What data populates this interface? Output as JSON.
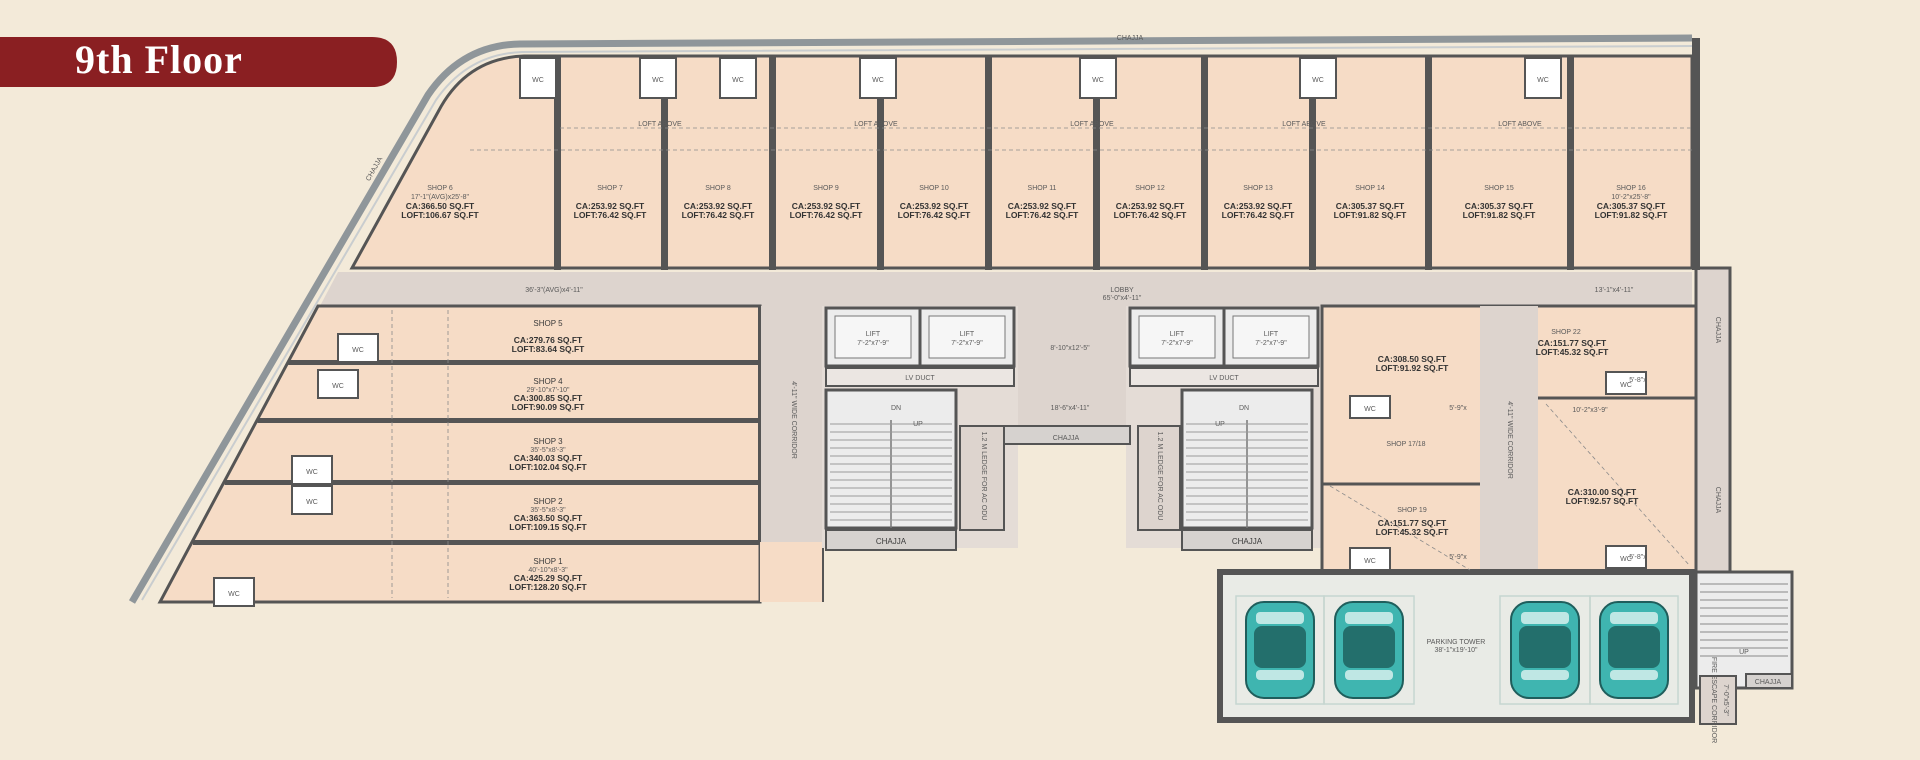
{
  "title": "9th Floor",
  "colors": {
    "background": "#f3ead9",
    "banner": "#8a1f22",
    "shop_fill": "#f6dcc6",
    "corridor_fill": "#ddd4ce",
    "wall": "#555555",
    "car": "#3fb5b0",
    "parking_bg": "#e9ebe6"
  },
  "labels": {
    "chajja": "CHAJJA",
    "lobby": "LOBBY",
    "lobby_dim": "65'-0\"x4'-11\"",
    "corridor_left_dim": "36'-3\"(AVG)x4'-11\"",
    "corridor_right_dim": "13'-1\"x4'-11\"",
    "wide_corridor": "4'-11\" WIDE CORRIDOR",
    "lift": "LIFT",
    "lift_dim": "7'-2\"x7'-9\"",
    "lv_duct": "LV DUCT",
    "duct_dim": "8'-10\"x12'-5\"",
    "lobby2_dim": "18'-6\"x4'-11\"",
    "ledge": "1.2 M LEDGE FOR AC ODU",
    "dn": "DN",
    "up": "UP",
    "loft_above": "LOFT ABOVE",
    "wc": "WC",
    "parking": "PARKING TOWER",
    "parking_dim": "38'-1\"x19'-10\"",
    "fire_escape": "FIRE ESCAPE CORRIDOR",
    "fire_escape_dim": "7'-0\"x5'-3\"",
    "shop22_dim": "10'-2\"x3'-9\"",
    "dim_58": "5'-8\"x",
    "dim_59": "5'-9\"x"
  },
  "shops": [
    {
      "name": "SHOP 6",
      "size": "17'-1\"(AVG)x25'-8\"",
      "ca": "CA:366.50 SQ.FT",
      "loft": "LOFT:106.67 SQ.FT"
    },
    {
      "name": "SHOP 7",
      "size": "",
      "ca": "CA:253.92 SQ.FT",
      "loft": "LOFT:76.42 SQ.FT"
    },
    {
      "name": "SHOP 8",
      "size": "",
      "ca": "CA:253.92 SQ.FT",
      "loft": "LOFT:76.42 SQ.FT"
    },
    {
      "name": "SHOP 9",
      "size": "",
      "ca": "CA:253.92 SQ.FT",
      "loft": "LOFT:76.42 SQ.FT"
    },
    {
      "name": "SHOP 10",
      "size": "",
      "ca": "CA:253.92 SQ.FT",
      "loft": "LOFT:76.42 SQ.FT"
    },
    {
      "name": "SHOP 11",
      "size": "",
      "ca": "CA:253.92 SQ.FT",
      "loft": "LOFT:76.42 SQ.FT"
    },
    {
      "name": "SHOP 12",
      "size": "",
      "ca": "CA:253.92 SQ.FT",
      "loft": "LOFT:76.42 SQ.FT"
    },
    {
      "name": "SHOP 13",
      "size": "",
      "ca": "CA:253.92 SQ.FT",
      "loft": "LOFT:76.42 SQ.FT"
    },
    {
      "name": "SHOP 14",
      "size": "",
      "ca": "CA:305.37 SQ.FT",
      "loft": "LOFT:91.82 SQ.FT"
    },
    {
      "name": "SHOP 15",
      "size": "",
      "ca": "CA:305.37 SQ.FT",
      "loft": "LOFT:91.82 SQ.FT"
    },
    {
      "name": "SHOP 16",
      "size": "10'-2\"x25'-8\"",
      "ca": "CA:305.37 SQ.FT",
      "loft": "LOFT:91.82 SQ.FT"
    },
    {
      "name": "SHOP 5",
      "size": "",
      "ca": "CA:279.76 SQ.FT",
      "loft": "LOFT:83.64 SQ.FT"
    },
    {
      "name": "SHOP 4",
      "size": "29'-10\"x7'-10\"",
      "ca": "CA:300.85 SQ.FT",
      "loft": "LOFT:90.09 SQ.FT"
    },
    {
      "name": "SHOP 3",
      "size": "35'-5\"x8'-3\"",
      "ca": "CA:340.03 SQ.FT",
      "loft": "LOFT:102.04 SQ.FT"
    },
    {
      "name": "SHOP 2",
      "size": "35'-5\"x8'-3\"",
      "ca": "CA:363.50 SQ.FT",
      "loft": "LOFT:109.15 SQ.FT"
    },
    {
      "name": "SHOP 1",
      "size": "40'-10\"x8'-3\"",
      "ca": "CA:425.29 SQ.FT",
      "loft": "LOFT:128.20 SQ.FT"
    },
    {
      "name": "",
      "size": "",
      "ca": "CA:308.50 SQ.FT",
      "loft": "LOFT:91.92 SQ.FT"
    },
    {
      "name": "SHOP 17/18",
      "size": "",
      "ca": "",
      "loft": ""
    },
    {
      "name": "SHOP 19",
      "size": "",
      "ca": "CA:151.77 SQ.FT",
      "loft": "LOFT:45.32 SQ.FT"
    },
    {
      "name": "SHOP 22",
      "size": "",
      "ca": "CA:151.77 SQ.FT",
      "loft": "LOFT:45.32 SQ.FT"
    },
    {
      "name": "",
      "size": "",
      "ca": "CA:310.00 SQ.FT",
      "loft": "LOFT:92.57 SQ.FT"
    }
  ]
}
